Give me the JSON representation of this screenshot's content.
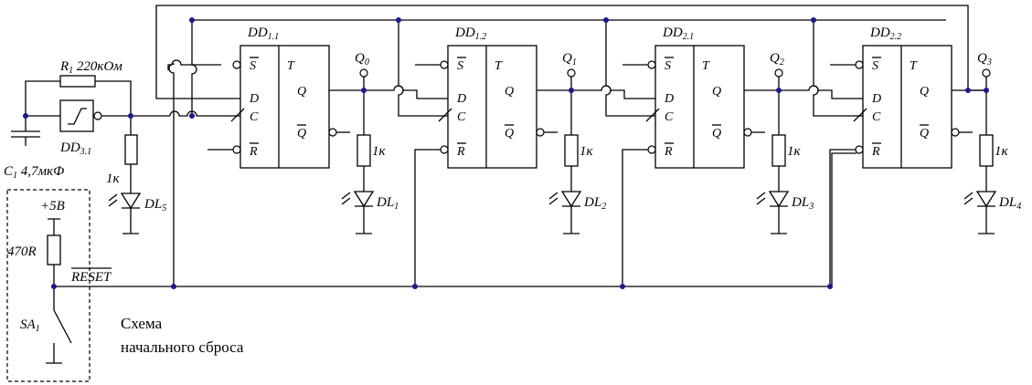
{
  "flipflops": [
    {
      "name": "DD",
      "sub": "1.1"
    },
    {
      "name": "DD",
      "sub": "1.2"
    },
    {
      "name": "DD",
      "sub": "2.1"
    },
    {
      "name": "DD",
      "sub": "2.2"
    }
  ],
  "pins": {
    "s": "S",
    "t": "T",
    "d": "D",
    "c": "C",
    "r": "R",
    "q": "Q",
    "qn": "Q"
  },
  "outputs": [
    {
      "name": "Q",
      "sub": "0"
    },
    {
      "name": "Q",
      "sub": "1"
    },
    {
      "name": "Q",
      "sub": "2"
    },
    {
      "name": "Q",
      "sub": "3"
    }
  ],
  "leds": [
    {
      "name": "DL",
      "sub": "1"
    },
    {
      "name": "DL",
      "sub": "2"
    },
    {
      "name": "DL",
      "sub": "3"
    },
    {
      "name": "DL",
      "sub": "4"
    }
  ],
  "resistor_label": "1к",
  "osc": {
    "r1_name": "R",
    "r1_sub": "1",
    "r1_value": " 220кОм",
    "c1_name": "C",
    "c1_sub": "1",
    "c1_value": " 4,7мкФ",
    "schmitt_name": "DD",
    "schmitt_sub": "3.1",
    "led_r": "1к",
    "led_name": "DL",
    "led_sub": "5"
  },
  "reset": {
    "supply": "+5В",
    "resistor": "470R",
    "signal": "RESET",
    "switch_name": "SA",
    "switch_sub": "1",
    "caption_line1": "Схема",
    "caption_line2": "начального сброса"
  }
}
